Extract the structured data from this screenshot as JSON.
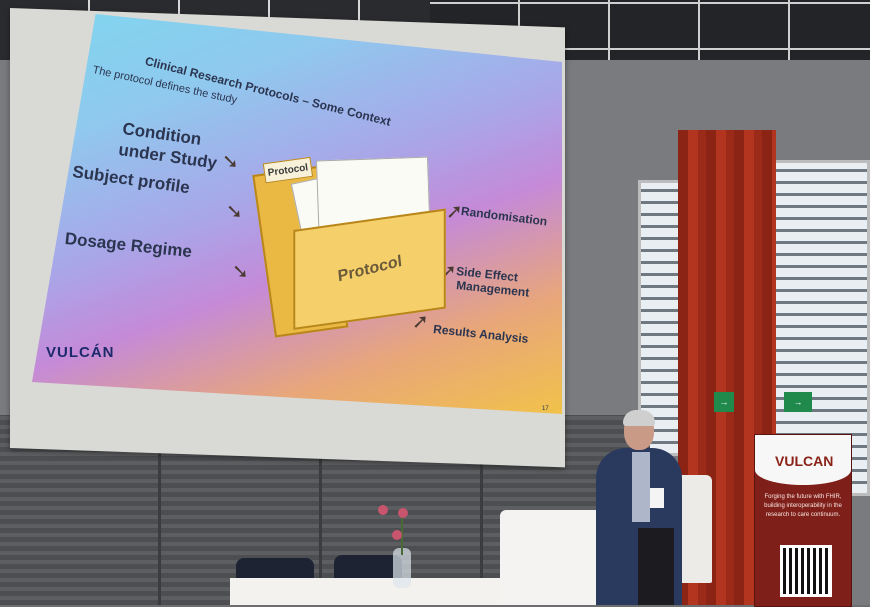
{
  "slide": {
    "title": "Clinical Research Protocols – Some Context",
    "subtitle": "The protocol defines the study",
    "left_items": [
      "Condition",
      "under Study",
      "Subject profile",
      "Dosage Regime"
    ],
    "right_items": [
      "Randomisation",
      "Side Effect",
      "Management",
      "Results Analysis"
    ],
    "folder_tab": "Protocol",
    "folder_label": "Protocol",
    "logo": "VULCÁN",
    "page_number": "17"
  },
  "banner": {
    "brand": "VULCAN",
    "tagline": "Forging the future with FHIR, building interoperability in the research to care continuum."
  },
  "exit_sign": "→"
}
